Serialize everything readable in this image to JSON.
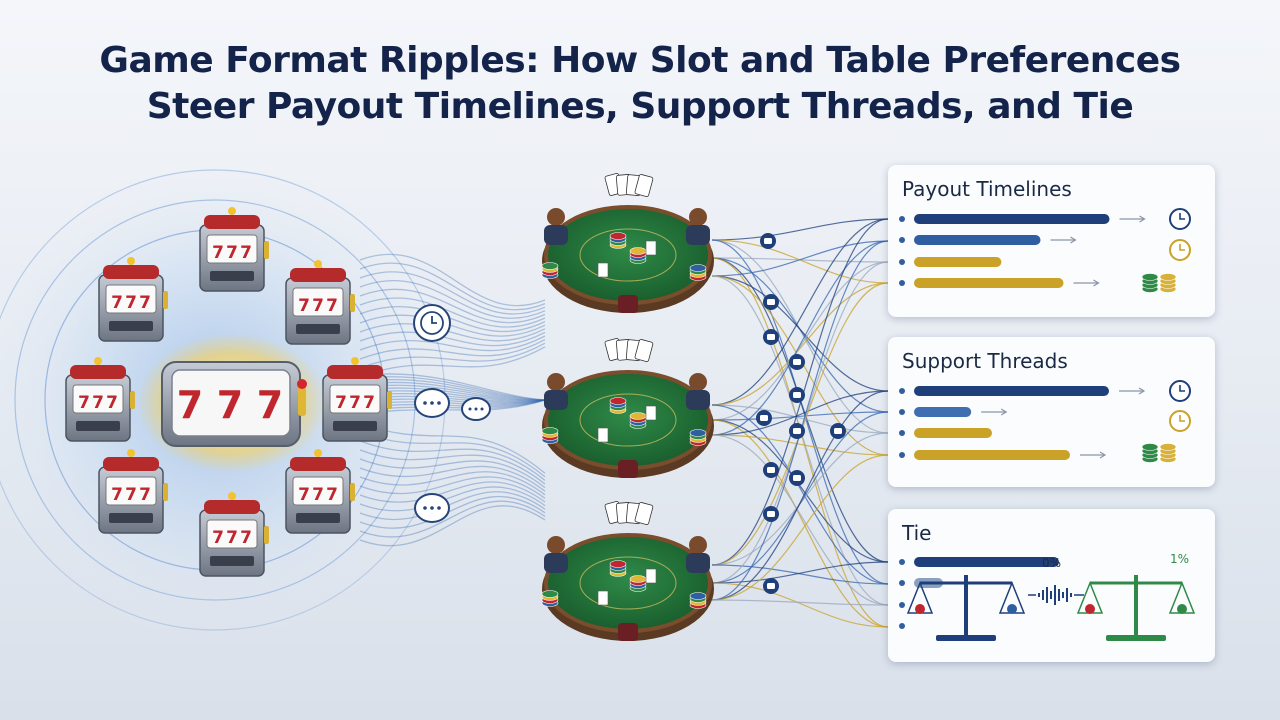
{
  "title": {
    "line1": "Game Format Ripples: How Slot and Table Preferences",
    "line2": "Steer Payout Timelines, Support Threads, and Tie"
  },
  "slot_machines": {
    "reel_symbols": [
      "7",
      "7",
      "7"
    ]
  },
  "panels": {
    "payout": {
      "title": "Payout Timelines",
      "bars": [
        {
          "color": "#1f3f7a",
          "level": 0.85
        },
        {
          "color": "#2f5fa0",
          "level": 0.55
        },
        {
          "color": "#c9a227",
          "level": 0.38
        },
        {
          "color": "#c9a227",
          "level": 0.65
        }
      ]
    },
    "support": {
      "title": "Support Threads",
      "bars": [
        {
          "color": "#1f3f7a",
          "level": 0.75
        },
        {
          "color": "#3f6fb0",
          "level": 0.22
        },
        {
          "color": "#c9a227",
          "level": 0.3
        },
        {
          "color": "#c9a227",
          "level": 0.6
        }
      ]
    },
    "tie": {
      "title": "Tie",
      "bars": [
        {
          "color": "#1f3f7a",
          "level": 0.5
        },
        {
          "color": "#8aa0c0",
          "level": 0.1
        }
      ],
      "labels": [
        "0%",
        "1%"
      ]
    }
  },
  "colors": {
    "navy": "#13234a",
    "felt": "#1e6b35",
    "gold": "#c9a227",
    "slot_red": "#c0262d",
    "accent_blue": "#2f5fa0"
  }
}
